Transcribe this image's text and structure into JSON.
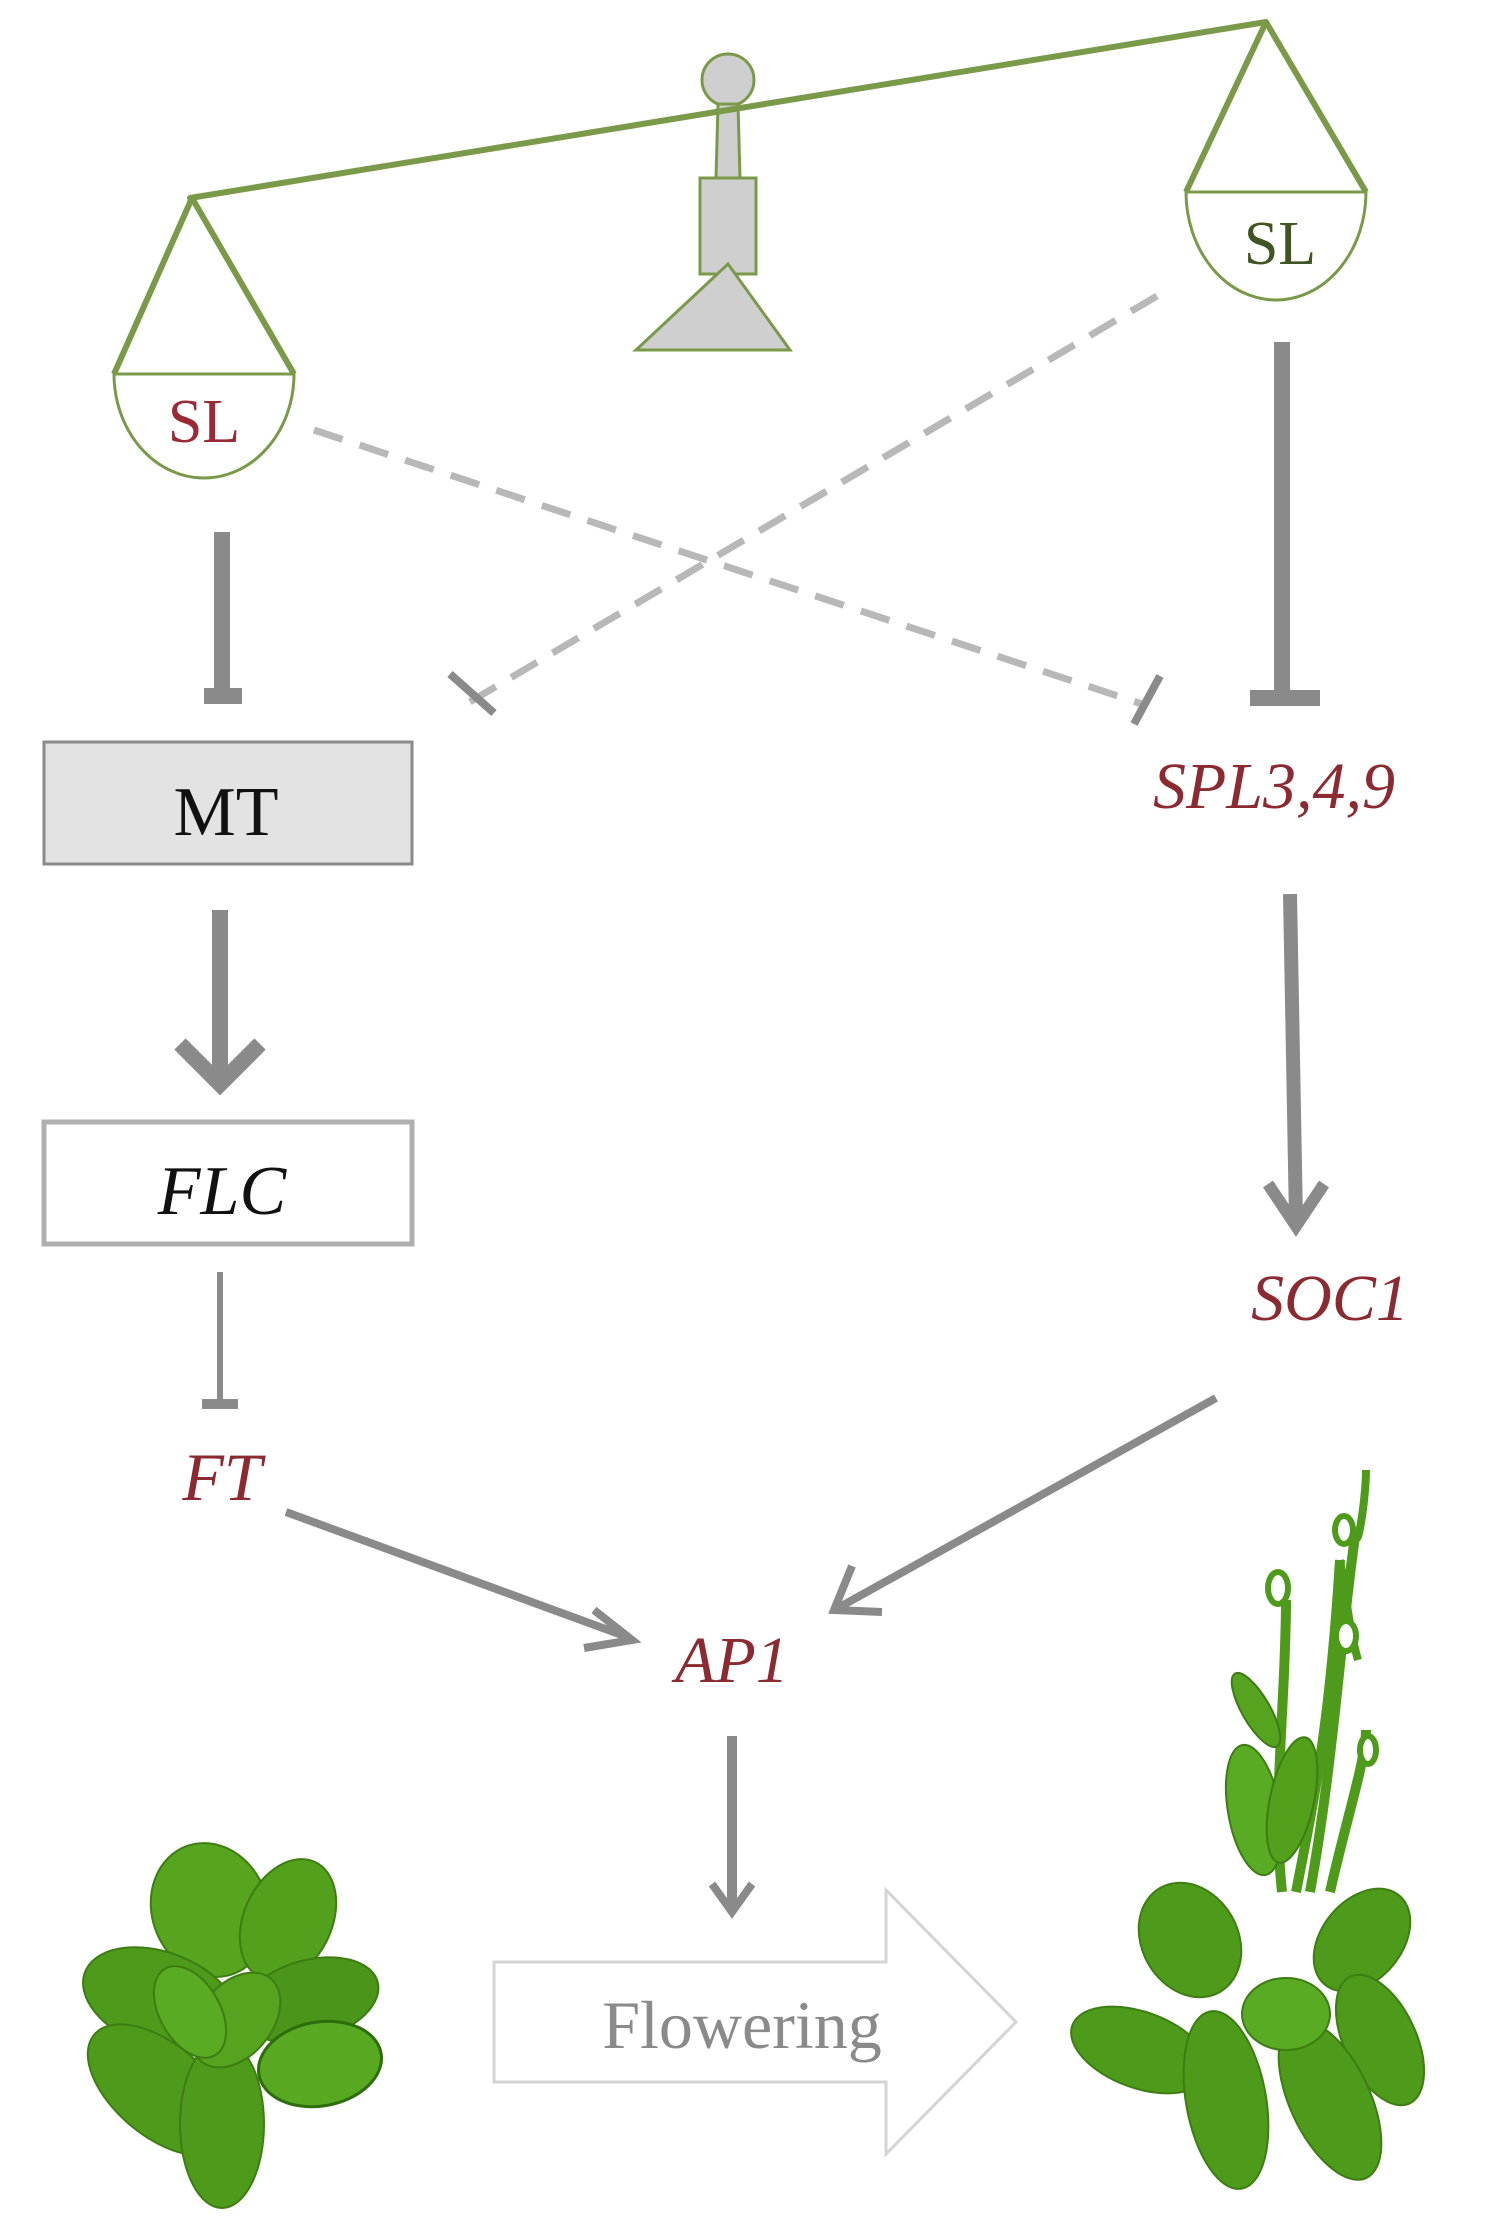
{
  "scale": {
    "left_pan_label": "SL",
    "right_pan_label": "SL"
  },
  "nodes": {
    "mt": "MT",
    "flc": "FLC",
    "ft": "FT",
    "spl": "SPL3,4,9",
    "soc1": "SOC1",
    "ap1": "AP1"
  },
  "flowering_arrow": {
    "label": "Flowering"
  },
  "colors": {
    "scale_green": "#7a9a4a",
    "sl_left_text": "#9a2a35",
    "sl_right_text": "#3f5524",
    "gene_red": "#8b2a30",
    "connector_gray": "#8a8a8a",
    "dashed_gray": "#b8b8b8",
    "mt_fill": "#e3e3e3",
    "plant_green": "#4e9a1a",
    "plant_dark": "#3d7d12"
  },
  "plants": {
    "left": "vegetative-rosette",
    "right": "flowering-plant"
  }
}
